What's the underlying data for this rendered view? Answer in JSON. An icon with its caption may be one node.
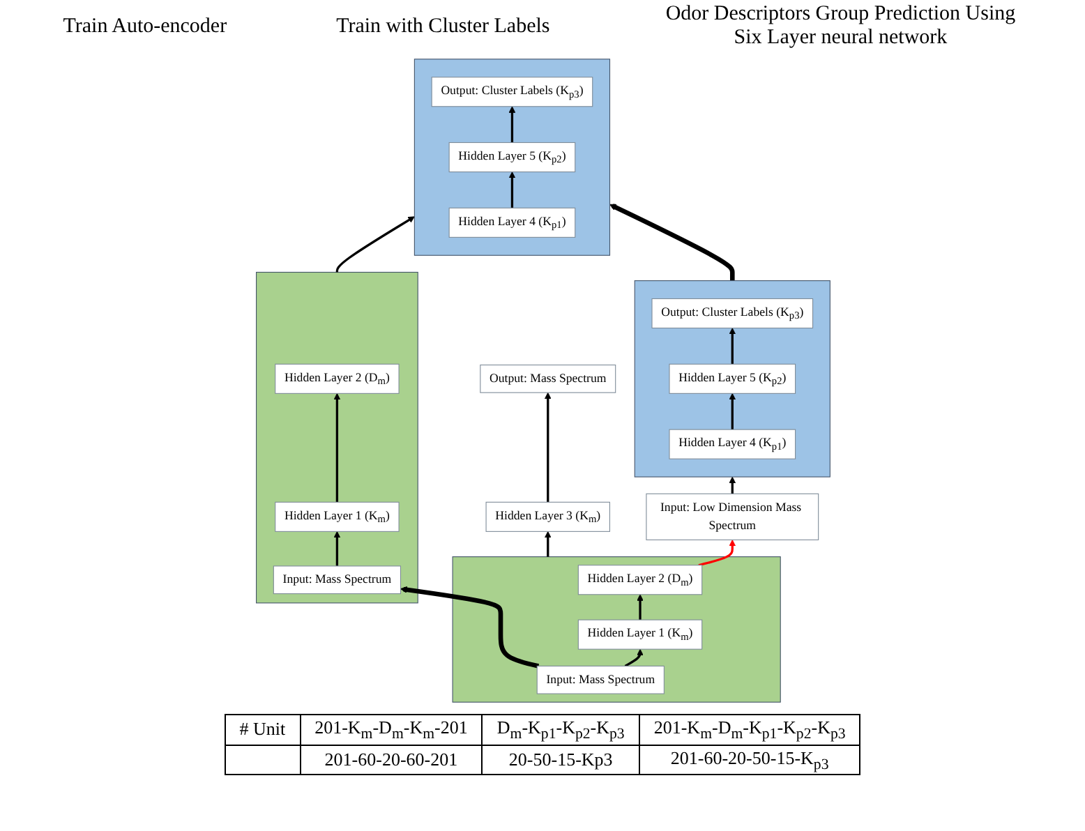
{
  "diagram": {
    "nodes": [
      {
        "text": [
          "Output: Mass Spectrum"
        ]
      },
      {
        "text": [
          "Hidden Layer 3 (K$_{m}$)"
        ]
      },
      {
        "text": [],
        "shape": "box"
      },
      {
        "text": [
          "Hidden Layer 2 (D$_{m}$)"
        ],
        "in": 2
      },
      {
        "text": [
          "Hidden Layer 1 (K$_{m}$)"
        ],
        "in": 2
      },
      {
        "text": [
          "Input: Mass Spectrum"
        ],
        "in": 2
      },
      {
        "text": [],
        "shape": "box"
      },
      {
        "text": [
          "Output: Cluster Labels (K$_{p3}$)"
        ],
        "in": 6
      },
      {
        "text": [
          "Hidden Layer 5 (K$_{p2}$)"
        ],
        "in": 6
      },
      {
        "text": [
          "Hidden Layer 4 (K$_{p1}$)"
        ],
        "in": 6
      },
      {
        "text": [
          "Input: Low Dimension Mass Spectrum"
        ]
      },
      {
        "text": [],
        "shape": "box"
      },
      {
        "text": [
          "Output: Cluster Labels (K$_{p3}$)"
        ],
        "in": 11
      },
      {
        "text": [
          "Hidden Layer 5 (K$_{p2}$)"
        ],
        "in": 11
      },
      {
        "text": [
          "Hidden Layer 4 (K$_{p1}$)"
        ],
        "in": 11
      },
      {
        "text": [],
        "shape": "box"
      },
      {
        "text": [
          "Hidden Layer 2 (D$_{m}$)"
        ],
        "in": 15
      },
      {
        "text": [
          "Hidden Layer 1 (K$_{m}$)"
        ],
        "in": 15
      },
      {
        "text": [
          "Input: Mass Spectrum"
        ],
        "in": 15
      }
    ],
    "edges": [
      {
        "from": 1,
        "to": 0,
        "arrow": "to"
      },
      {
        "from": 2,
        "to": 1,
        "arrow": "to"
      },
      {
        "from": 4,
        "to": 3,
        "arrow": "to"
      },
      {
        "from": 5,
        "to": 4,
        "arrow": "to"
      },
      {
        "from": 3,
        "to": 10,
        "arrow": "to",
        "color": "#ff0000"
      },
      {
        "from": 5,
        "to": 18,
        "arrow": "to",
        "style": "thick"
      },
      {
        "from": 10,
        "to": 6,
        "arrow": "to"
      },
      {
        "from": 9,
        "to": 8,
        "arrow": "to"
      },
      {
        "from": 8,
        "to": 7,
        "arrow": "to"
      },
      {
        "from": 6,
        "to": 11,
        "arrow": "to",
        "style": "thick"
      },
      {
        "from": 15,
        "to": 11,
        "arrow": "to"
      },
      {
        "from": 14,
        "to": 13,
        "arrow": "to"
      },
      {
        "from": 13,
        "to": 12,
        "arrow": "to"
      },
      {
        "from": 17,
        "to": 16,
        "arrow": "to"
      },
      {
        "from": 18,
        "to": 17,
        "arrow": "to"
      }
    ],
    "labels": [
      "Odor Descriptors Group Prediction Using Six Layer neural network",
      "Train Auto-encoder",
      "Train with Cluster Labels",
      "# Unit",
      "201-K$_{m}$-D$_{m}$-K$_{m}$-201",
      "D$_{m}$-K$_{p1}$-K$_{p2}$-K$_{p3}$",
      "201-K$_{m}$-D$_{m}$-K$_{p1}$-K$_{p2}$-K$_{p3}$",
      "201-60-20-60-201",
      "20-50-15-Kp3",
      "201-60-20-50-15-K$_{p3}$"
    ]
  }
}
